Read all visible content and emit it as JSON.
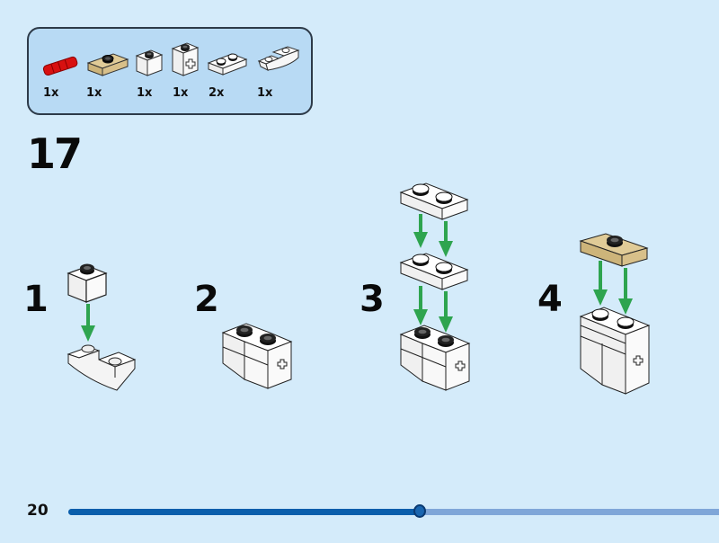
{
  "parts_list": {
    "items": [
      {
        "name": "red axle pin",
        "color": "#d11010",
        "quantity": "1x"
      },
      {
        "name": "tan 1x2 jumper plate",
        "color": "#d8c08a",
        "quantity": "1x"
      },
      {
        "name": "white 1x1 brick",
        "color": "#ffffff",
        "quantity": "1x"
      },
      {
        "name": "white 1x1 brick with axle hole",
        "color": "#ffffff",
        "quantity": "1x"
      },
      {
        "name": "white 1x2 plate",
        "color": "#ffffff",
        "quantity": "2x"
      },
      {
        "name": "white inverted slope plate",
        "color": "#ffffff",
        "quantity": "1x"
      }
    ]
  },
  "step": {
    "number": "17",
    "sub_steps": [
      {
        "label": "1"
      },
      {
        "label": "2"
      },
      {
        "label": "3"
      },
      {
        "label": "4"
      }
    ]
  },
  "footer": {
    "page_number": "20",
    "progress_fraction": 0.54
  },
  "colors": {
    "background": "#d4ebfa",
    "parts_box": "#b8daf4",
    "arrow": "#2ea44f",
    "progress_fill": "#0a5eab",
    "progress_track": "#7fa6d8"
  }
}
